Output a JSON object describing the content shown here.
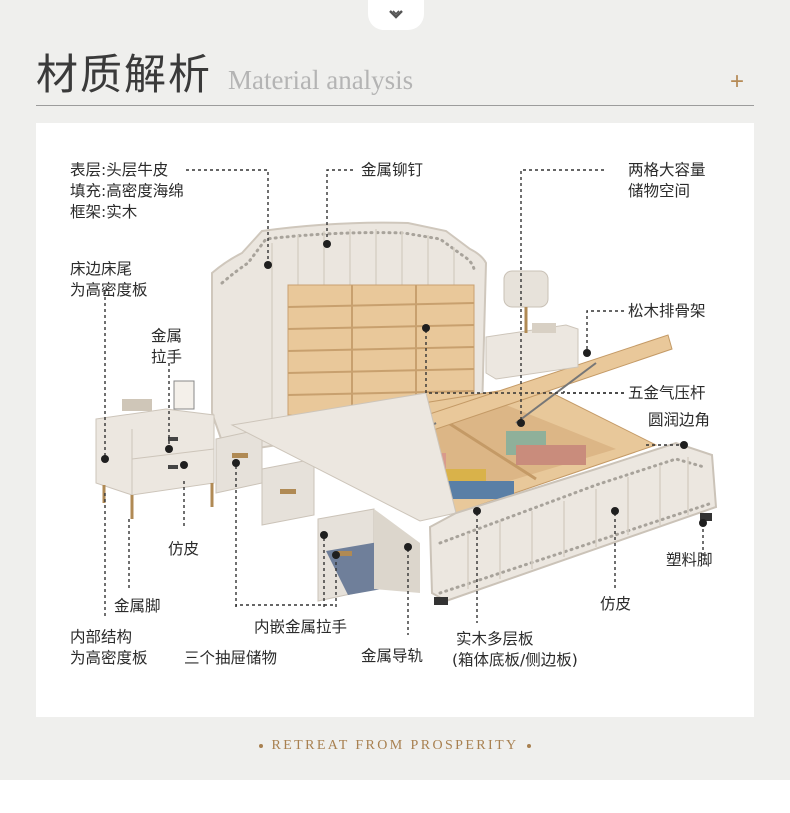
{
  "header": {
    "title_cn": "材质解析",
    "title_en": "Material analysis",
    "plus": "+"
  },
  "labels": {
    "surface": "表层:头层牛皮",
    "filling": "填充:高密度海绵",
    "frame": "框架:实木",
    "rivet": "金属铆钉",
    "storage_1": "两格大容量",
    "storage_2": "储物空间",
    "bedside_1": "床边床尾",
    "bedside_2": "为高密度板",
    "handle_1": "金属",
    "handle_2": "拉手",
    "slats": "松木排骨架",
    "gas_strut": "五金气压杆",
    "corner": "圆润边角",
    "faux_leather_left": "仿皮",
    "plastic_feet": "塑料脚",
    "metal_feet": "金属脚",
    "faux_leather_right": "仿皮",
    "inner_1": "内部结构",
    "inner_2": "为高密度板",
    "inlay_handle": "内嵌金属拉手",
    "multilayer_1": "实木多层板",
    "multilayer_2": "(箱体底板/侧边板)",
    "drawers": "三个抽屉储物",
    "rail": "金属导轨"
  },
  "footer": {
    "slogan": "RETREAT FROM PROSPERITY"
  },
  "colors": {
    "accent": "#a88050",
    "background": "#efefed",
    "panel": "#ffffff"
  }
}
